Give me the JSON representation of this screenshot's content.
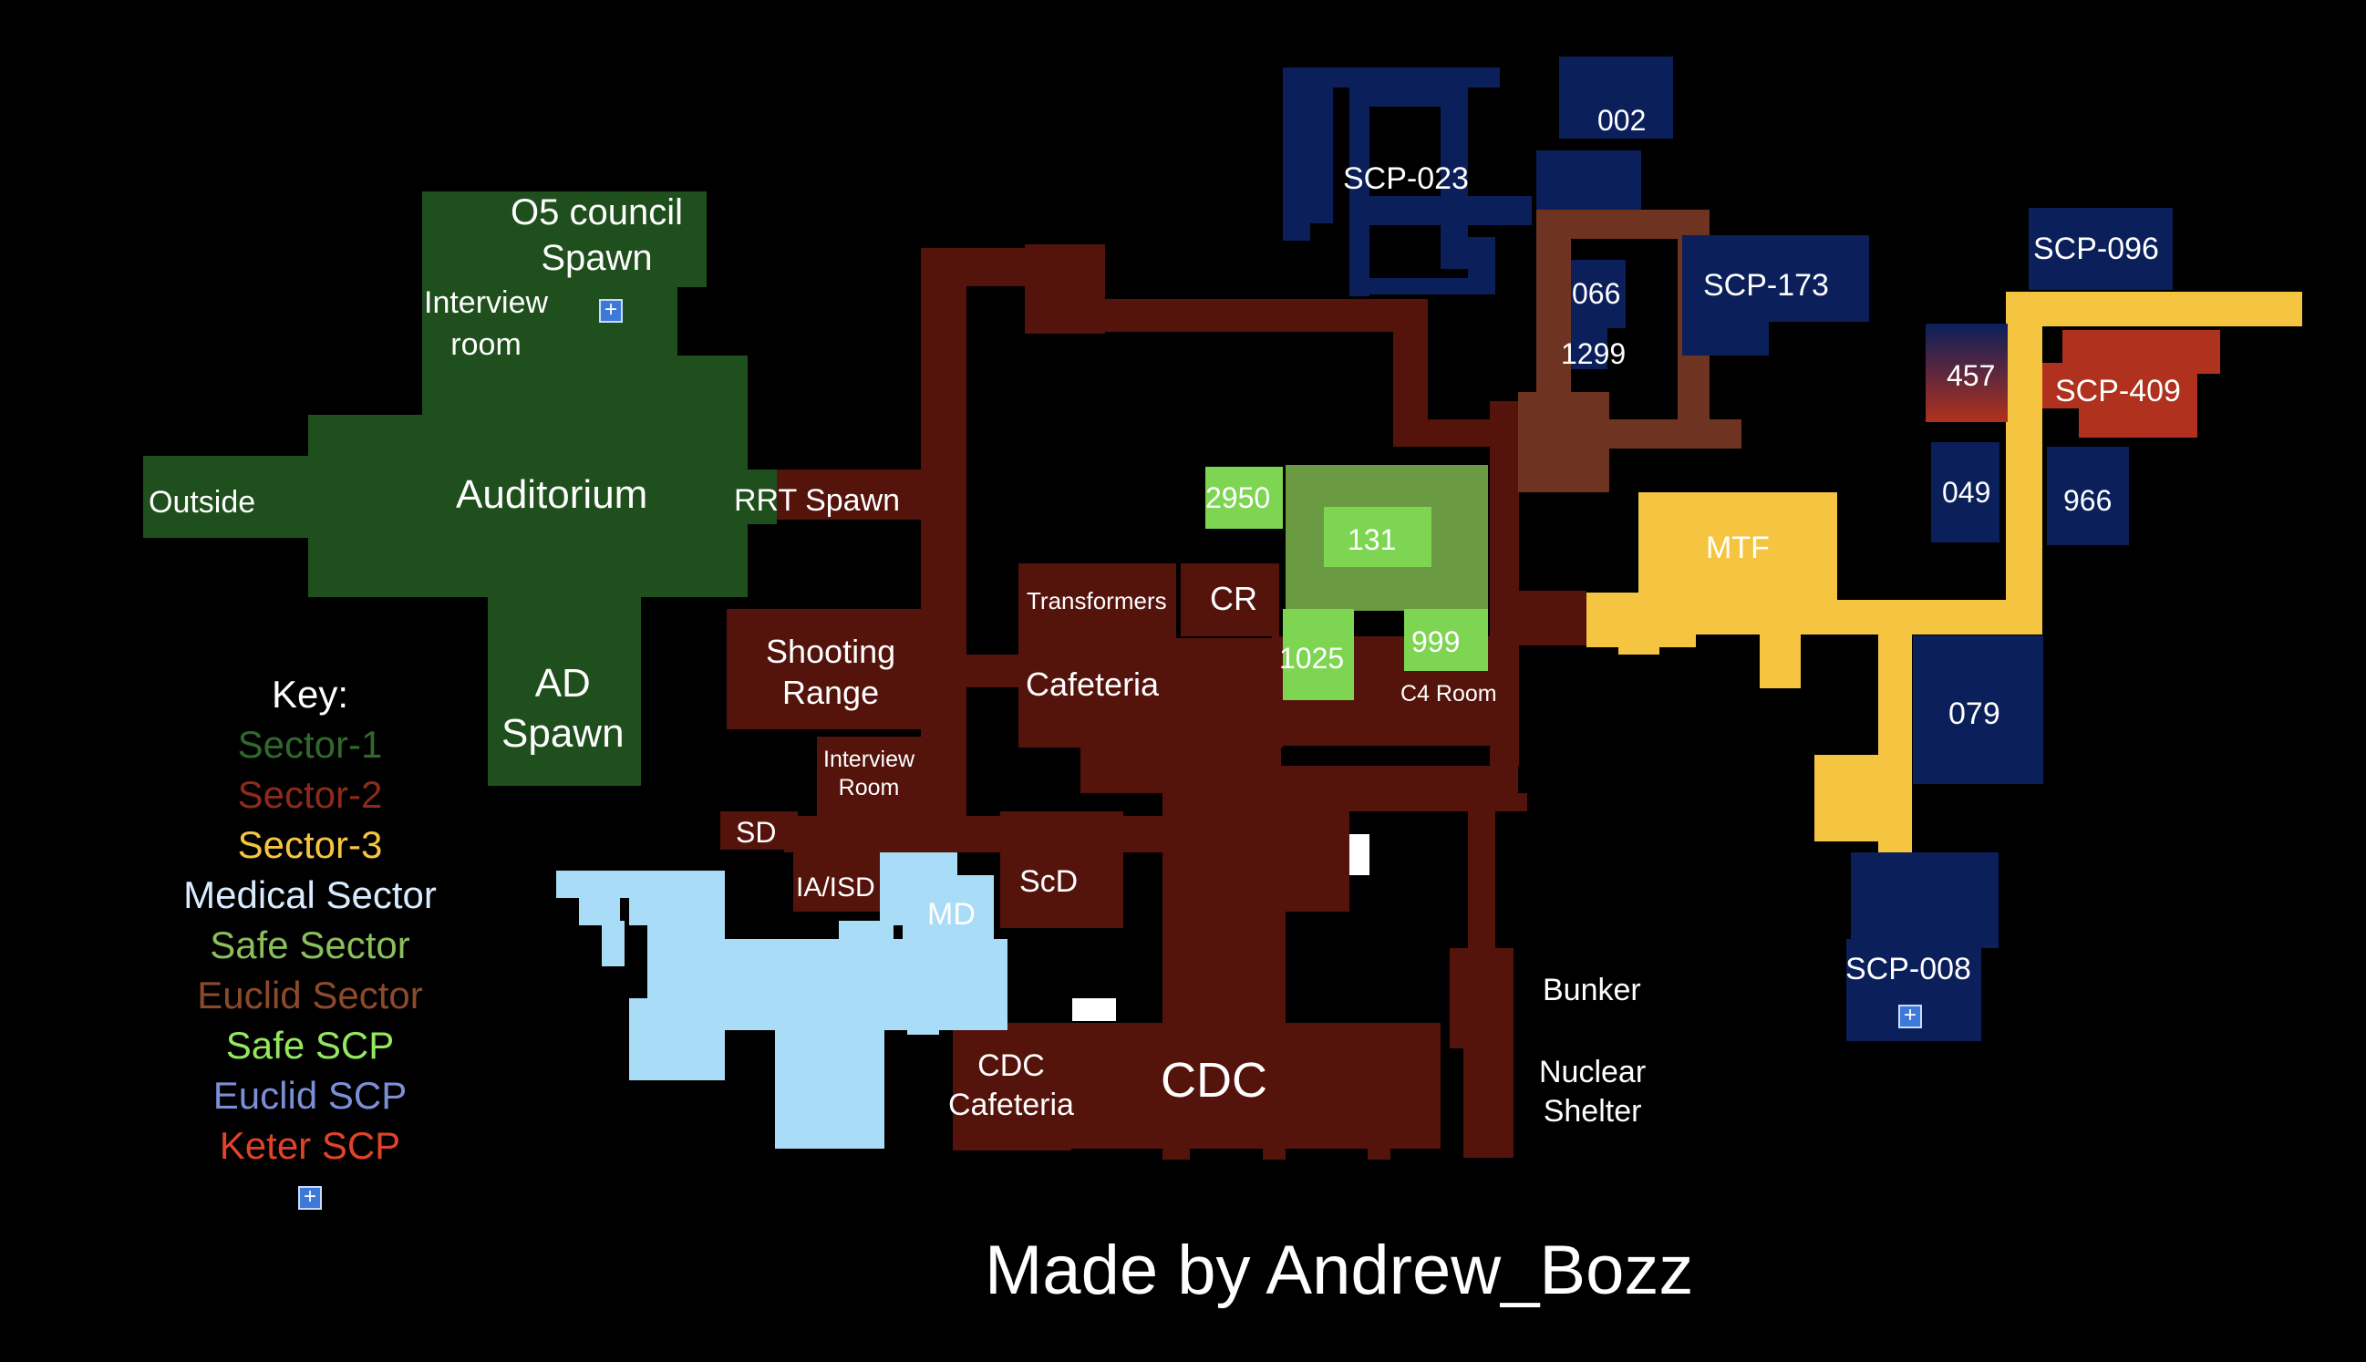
{
  "colors": {
    "sector1": "#1f4f1d",
    "sector2": "#54130b",
    "sector3": "#f5c542",
    "medical": "#a9dcf7",
    "safe_sector": "#6a9a42",
    "euclid_sector": "#6f3421",
    "safe_scp": "#7ed552",
    "euclid_scp": "#0b1f5a",
    "keter_scp": "#b0311d",
    "background": "#000000",
    "label_text": "#ffffff"
  },
  "rooms": {
    "o5_council_spawn": "O5 council\nSpawn",
    "interview_room_s1": "Interview\nroom",
    "auditorium": "Auditorium",
    "outside": "Outside",
    "ad_spawn": "AD\nSpawn",
    "rrt_spawn": "RRT Spawn",
    "shooting_range": "Shooting\nRange",
    "transformers": "Transformers",
    "cr": "CR",
    "cafeteria": "Cafeteria",
    "interview_room_s2": "Interview\nRoom",
    "sd": "SD",
    "ia_isd": "IA/ISD",
    "md": "MD",
    "scd": "ScD",
    "cdc": "CDC",
    "cdc_cafeteria": "CDC\nCafeteria",
    "bunker": "Bunker",
    "nuclear_shelter": "Nuclear\nShelter",
    "c4_room": "C4 Room",
    "mtf": "MTF",
    "scp_2950": "2950",
    "scp_131": "131",
    "scp_1025": "1025",
    "scp_999": "999",
    "scp_023": "SCP-023",
    "scp_002": "002",
    "scp_066": "066",
    "scp_1299": "1299",
    "scp_173": "SCP-173",
    "scp_096": "SCP-096",
    "scp_457": "457",
    "scp_409": "SCP-409",
    "scp_049": "049",
    "scp_966": "966",
    "scp_079": "079",
    "scp_008": "SCP-008"
  },
  "key": {
    "title": "Key:",
    "items": [
      {
        "label": "Sector-1",
        "color": "#2f6a2a"
      },
      {
        "label": "Sector-2",
        "color": "#8e2a1c"
      },
      {
        "label": "Sector-3",
        "color": "#f5c542"
      },
      {
        "label": "Medical Sector",
        "color": "#d9ecff"
      },
      {
        "label": "Safe Sector",
        "color": "#8bbf5a"
      },
      {
        "label": "Euclid Sector",
        "color": "#8c4a2c"
      },
      {
        "label": "Safe SCP",
        "color": "#93e85e"
      },
      {
        "label": "Euclid SCP",
        "color": "#7c8fd6"
      },
      {
        "label": "Keter SCP",
        "color": "#e0432a"
      }
    ]
  },
  "credit": "Made by Andrew_Bozz"
}
